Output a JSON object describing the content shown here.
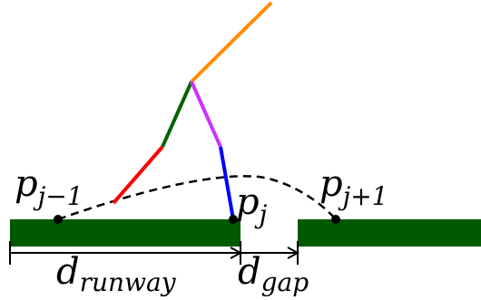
{
  "labels": {
    "p_prev": {
      "base": "p",
      "sub": "j−1"
    },
    "p_cur": {
      "base": "p",
      "sub": "j"
    },
    "p_next": {
      "base": "p",
      "sub": "j+1"
    },
    "d_runway": {
      "base": "d",
      "sub": "runway"
    },
    "d_gap": {
      "base": "d",
      "sub": "gap"
    }
  },
  "colors": {
    "runway": "#005a00",
    "leg_red": "#ff0000",
    "leg_green": "#006400",
    "leg_orange": "#ff8c00",
    "leg_magenta": "#cc33ff",
    "leg_blue": "#0000ff",
    "trajectory": "#000000",
    "points": "#000000",
    "dimension": "#000000"
  }
}
